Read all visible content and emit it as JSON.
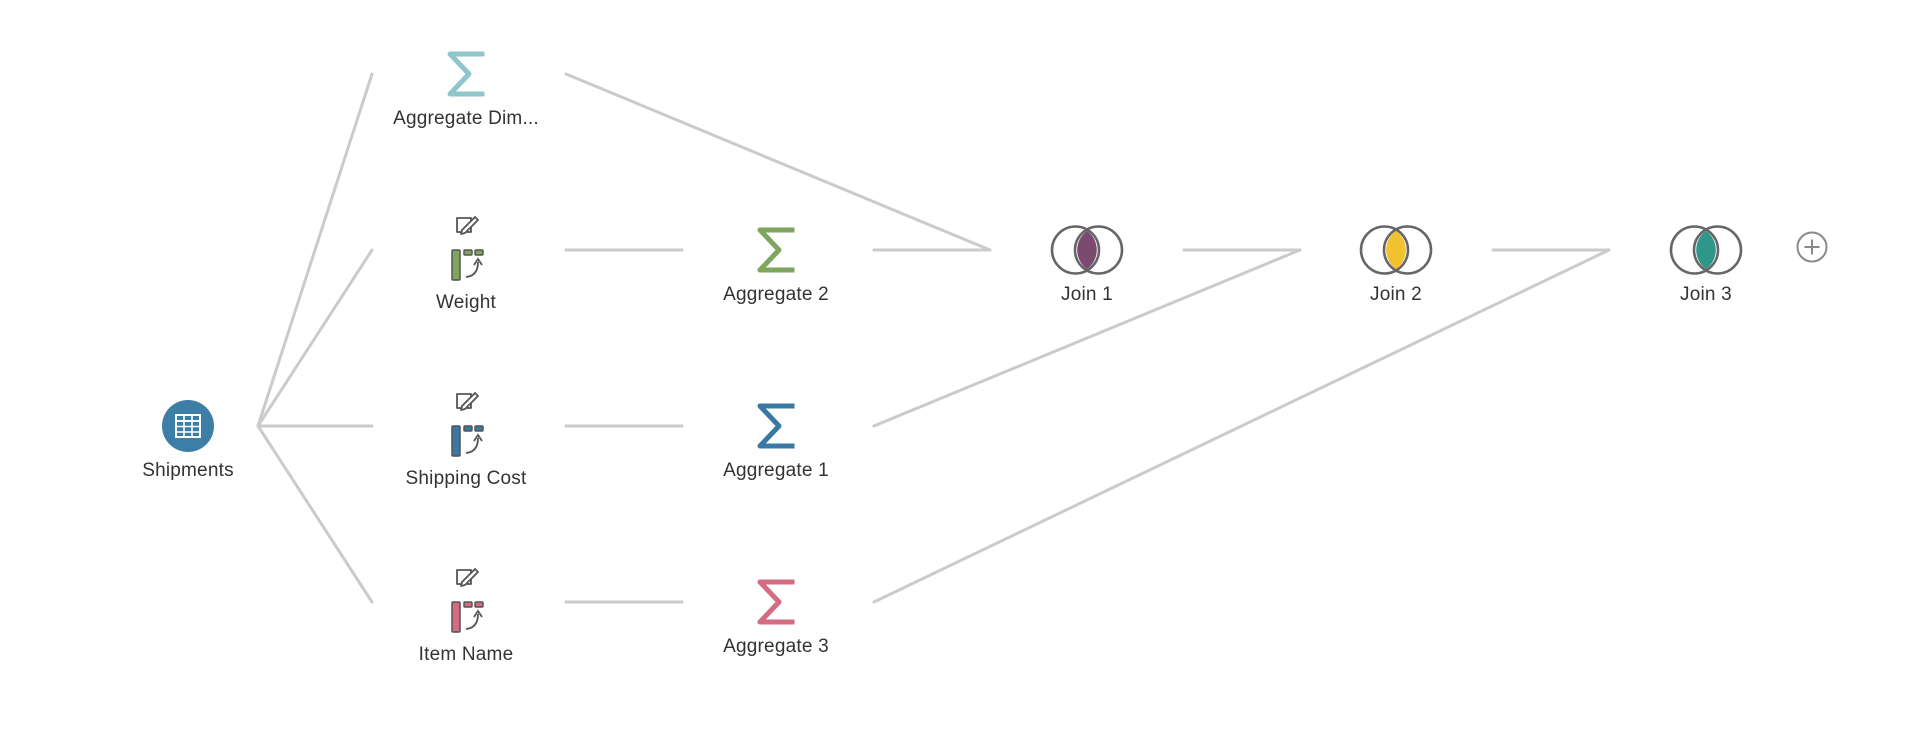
{
  "nodes": {
    "shipments": {
      "label": "Shipments"
    },
    "aggregate_dim": {
      "label": "Aggregate Dim..."
    },
    "weight": {
      "label": "Weight"
    },
    "shipping_cost": {
      "label": "Shipping Cost"
    },
    "item_name": {
      "label": "Item Name"
    },
    "aggregate_2": {
      "label": "Aggregate 2"
    },
    "aggregate_1": {
      "label": "Aggregate 1"
    },
    "aggregate_3": {
      "label": "Aggregate 3"
    },
    "join_1": {
      "label": "Join 1"
    },
    "join_2": {
      "label": "Join 2"
    },
    "join_3": {
      "label": "Join 3"
    }
  },
  "colors": {
    "connector": "#cbcbcb",
    "input_blue": "#3d7ea6",
    "aggregate_dim": "#8ec6cc",
    "green": "#7fa65e",
    "blue": "#3a78a4",
    "pink": "#d46b80",
    "join_1": "#7b4a6e",
    "join_2": "#f2c12e",
    "join_3": "#2f968a"
  },
  "icons": {
    "input": "table-icon",
    "aggregate": "sigma-icon",
    "clean": "clean-step-icon",
    "join": "inner-join-icon",
    "add": "add-step-icon"
  }
}
